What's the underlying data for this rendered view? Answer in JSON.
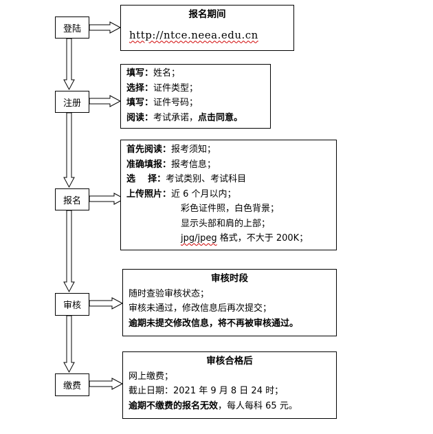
{
  "steps": [
    "登陆",
    "注册",
    "报名",
    "审核",
    "缴费"
  ],
  "box_login": {
    "title": "报名期间",
    "url": "http://ntce.neea.edu.cn"
  },
  "box_register": [
    {
      "label": "填写：",
      "text": "姓名；"
    },
    {
      "label": "选择：",
      "text": "证件类型；"
    },
    {
      "label": "填写：",
      "text": "证件号码；"
    },
    {
      "label": "阅读：",
      "text": "考试承诺，",
      "tail": "点击同意。"
    }
  ],
  "box_apply": {
    "rows": [
      {
        "label": "首先阅读：",
        "text": "报考须知；"
      },
      {
        "label": "准确填报：",
        "text": "报考信息；"
      },
      {
        "label": "选    择：",
        "text": "考试类别、考试科目"
      },
      {
        "label": "上传照片：",
        "text": "近 6 个月以内；"
      }
    ],
    "photo_reqs": [
      "彩色证件照，白色背景；",
      "显示头部和肩的上部；"
    ],
    "format_prefix": "jpg/jpeg",
    "format_suffix": " 格式，不大于 200K；"
  },
  "box_review": {
    "title": "审核时段",
    "lines": [
      "随时查验审核状态；",
      "审核未通过，修改信息后再次提交；"
    ],
    "bold_line": "逾期未提交修改信息，将不再被审核通过。"
  },
  "box_pay": {
    "title": "审核合格后",
    "lines": [
      "网上缴费；",
      "截止日期：2021 年 9 月 8 日 24 时；"
    ],
    "bold_part": "逾期不缴费的报名无效",
    "tail": "，每人每科 65 元。"
  }
}
